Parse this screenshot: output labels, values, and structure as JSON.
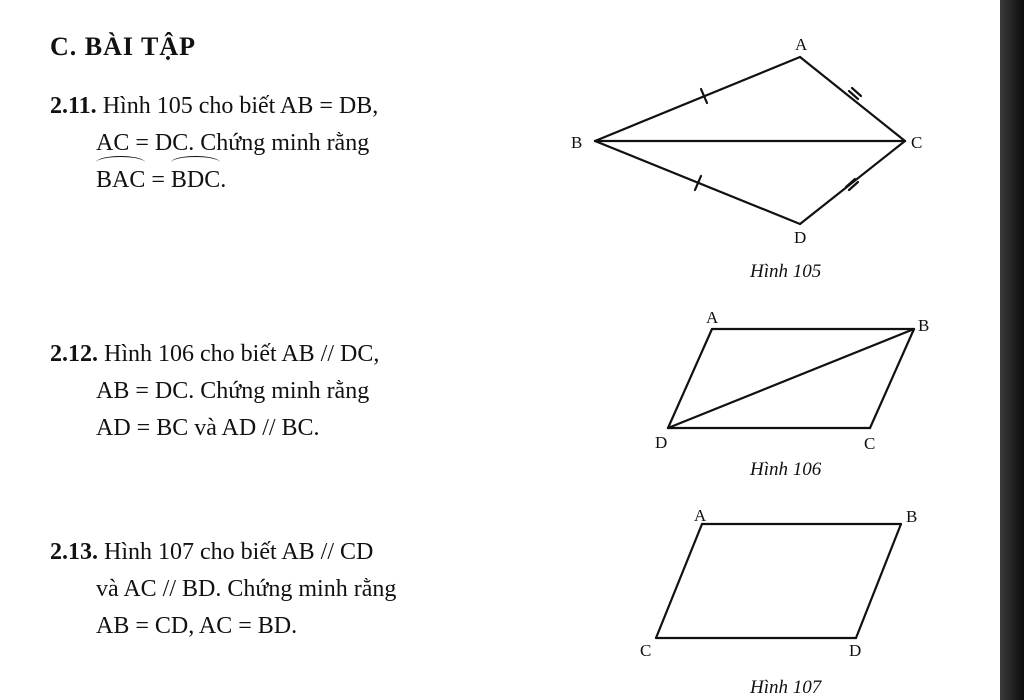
{
  "heading": "C. BÀI TẬP",
  "exercises": [
    {
      "number": "2.11.",
      "line1": "Hình 105 cho biết AB = DB,",
      "line2": "AC = DC. Chứng minh rằng",
      "angle_left": "BAC",
      "equals": " = ",
      "angle_right": "BDC",
      "period": "."
    },
    {
      "number": "2.12.",
      "line1": "Hình 106 cho biết AB // DC,",
      "line2": "AB = DC. Chứng minh rằng",
      "line3": "AD = BC và AD // BC."
    },
    {
      "number": "2.13.",
      "line1": "Hình 107 cho biết AB // CD",
      "line2": "và AC // BD. Chứng minh rằng",
      "line3": "AB = CD, AC = BD."
    }
  ],
  "figures": {
    "fig105": {
      "caption": "Hình 105",
      "labels": {
        "A": "A",
        "B": "B",
        "C": "C",
        "D": "D"
      }
    },
    "fig106": {
      "caption": "Hình 106",
      "labels": {
        "A": "A",
        "B": "B",
        "C": "C",
        "D": "D"
      }
    },
    "fig107": {
      "caption": "Hình 107",
      "labels": {
        "A": "A",
        "B": "B",
        "C": "C",
        "D": "D"
      }
    }
  }
}
